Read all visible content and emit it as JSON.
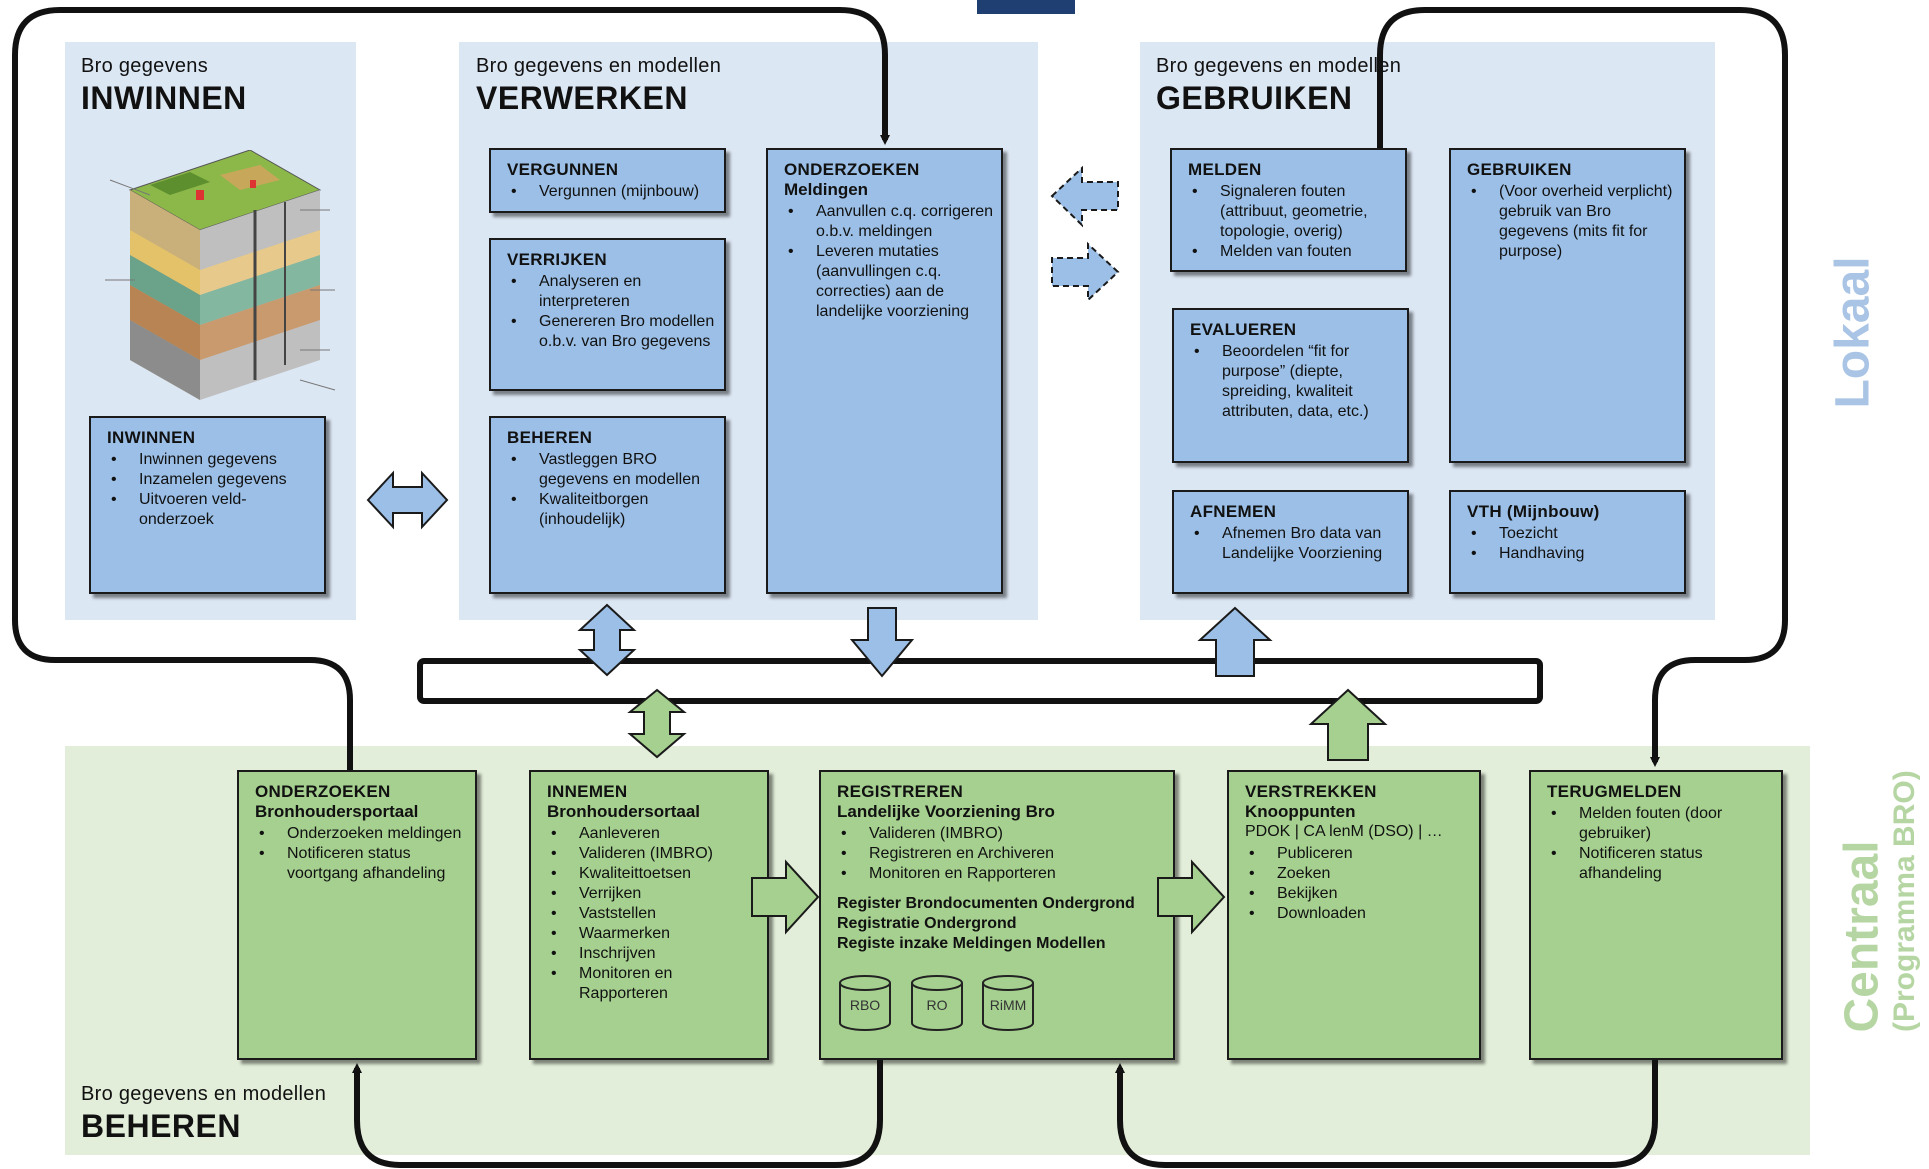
{
  "local_label": "Lokaal",
  "central_label": "Centraal",
  "central_sublabel": "(Programma BRO)",
  "zones": {
    "inwinnen": {
      "sub": "Bro gegevens",
      "title": "INWINNEN"
    },
    "verwerken": {
      "sub": "Bro gegevens en modellen",
      "title": "VERWERKEN"
    },
    "gebruiken": {
      "sub": "Bro gegevens en modellen",
      "title": "GEBRUIKEN"
    },
    "beheren": {
      "sub": "Bro gegevens en modellen",
      "title": "BEHEREN"
    }
  },
  "boxes": {
    "inwinnen": {
      "title": "INWINNEN",
      "items": [
        "Inwinnen gegevens",
        "Inzamelen gegevens",
        "Uitvoeren veld-onderzoek"
      ]
    },
    "vergunnen": {
      "title": "VERGUNNEN",
      "items": [
        "Vergunnen (mijnbouw)"
      ]
    },
    "verrijken": {
      "title": "VERRIJKEN",
      "items": [
        "Analyseren en interpreteren",
        "Genereren Bro modellen o.b.v. van Bro gegevens"
      ]
    },
    "beheren_local": {
      "title": "BEHEREN",
      "items": [
        "Vastleggen BRO gegevens en modellen",
        "Kwaliteitborgen (inhoudelijk)"
      ]
    },
    "onderzoeken_local": {
      "title": "ONDERZOEKEN",
      "subtitle": "Meldingen",
      "items": [
        "Aanvullen c.q. corrigeren o.b.v. meldingen",
        "Leveren mutaties (aanvullingen c.q. correcties) aan de landelijke voorziening"
      ]
    },
    "melden": {
      "title": "MELDEN",
      "items": [
        "Signaleren fouten (attribuut, geometrie, topologie, overig)",
        "Melden van fouten"
      ]
    },
    "evalueren": {
      "title": "EVALUEREN",
      "items": [
        "Beoordelen “fit for purpose” (diepte, spreiding, kwaliteit attributen, data, etc.)"
      ]
    },
    "afnemen": {
      "title": "AFNEMEN",
      "items": [
        "Afnemen Bro data van Landelijke Voorziening"
      ]
    },
    "gebruiken": {
      "title": "GEBRUIKEN",
      "items": [
        "(Voor overheid verplicht) gebruik van Bro gegevens (mits fit for purpose)"
      ]
    },
    "vth": {
      "title": "VTH (Mijnbouw)",
      "items": [
        "Toezicht",
        "Handhaving"
      ]
    },
    "onderzoeken_central": {
      "title": "ONDERZOEKEN",
      "subtitle": "Bronhoudersportaal",
      "items": [
        "Onderzoeken meldingen",
        "Notificeren status voortgang afhandeling"
      ]
    },
    "innemen": {
      "title": "INNEMEN",
      "subtitle": "Bronhoudersortaal",
      "items": [
        "Aanleveren",
        "Valideren (IMBRO)",
        "Kwaliteittoetsen",
        "Verrijken",
        "Vaststellen",
        "Waarmerken",
        "Inschrijven",
        "Monitoren en Rapporteren"
      ]
    },
    "registreren": {
      "title": "REGISTREREN",
      "subtitle": "Landelijke Voorziening Bro",
      "items": [
        "Valideren (IMBRO)",
        "Registreren en Archiveren",
        "Monitoren en Rapporteren"
      ],
      "extra": [
        "Register Brondocumenten Ondergrond",
        "Registratie Ondergrond",
        "Registe inzake Meldingen Modellen"
      ],
      "databases": [
        "RBO",
        "RO",
        "RiMM"
      ]
    },
    "verstrekken": {
      "title": "VERSTREKKEN",
      "subtitle": "Knooppunten",
      "plain": "PDOK | CA lenM (DSO) | …",
      "items": [
        "Publiceren",
        "Zoeken",
        "Bekijken",
        "Downloaden"
      ]
    },
    "terugmelden": {
      "title": "TERUGMELDEN",
      "items": [
        "Melden fouten (door gebruiker)",
        "Notificeren status afhandeling"
      ]
    }
  },
  "colors": {
    "local_bg": "#dce7f4",
    "central_bg": "#e2eed9",
    "box_blue": "#9bbfe6",
    "box_green": "#a5d08f",
    "local_label": "#a9c4e4",
    "central_label": "#b5d6a3"
  }
}
